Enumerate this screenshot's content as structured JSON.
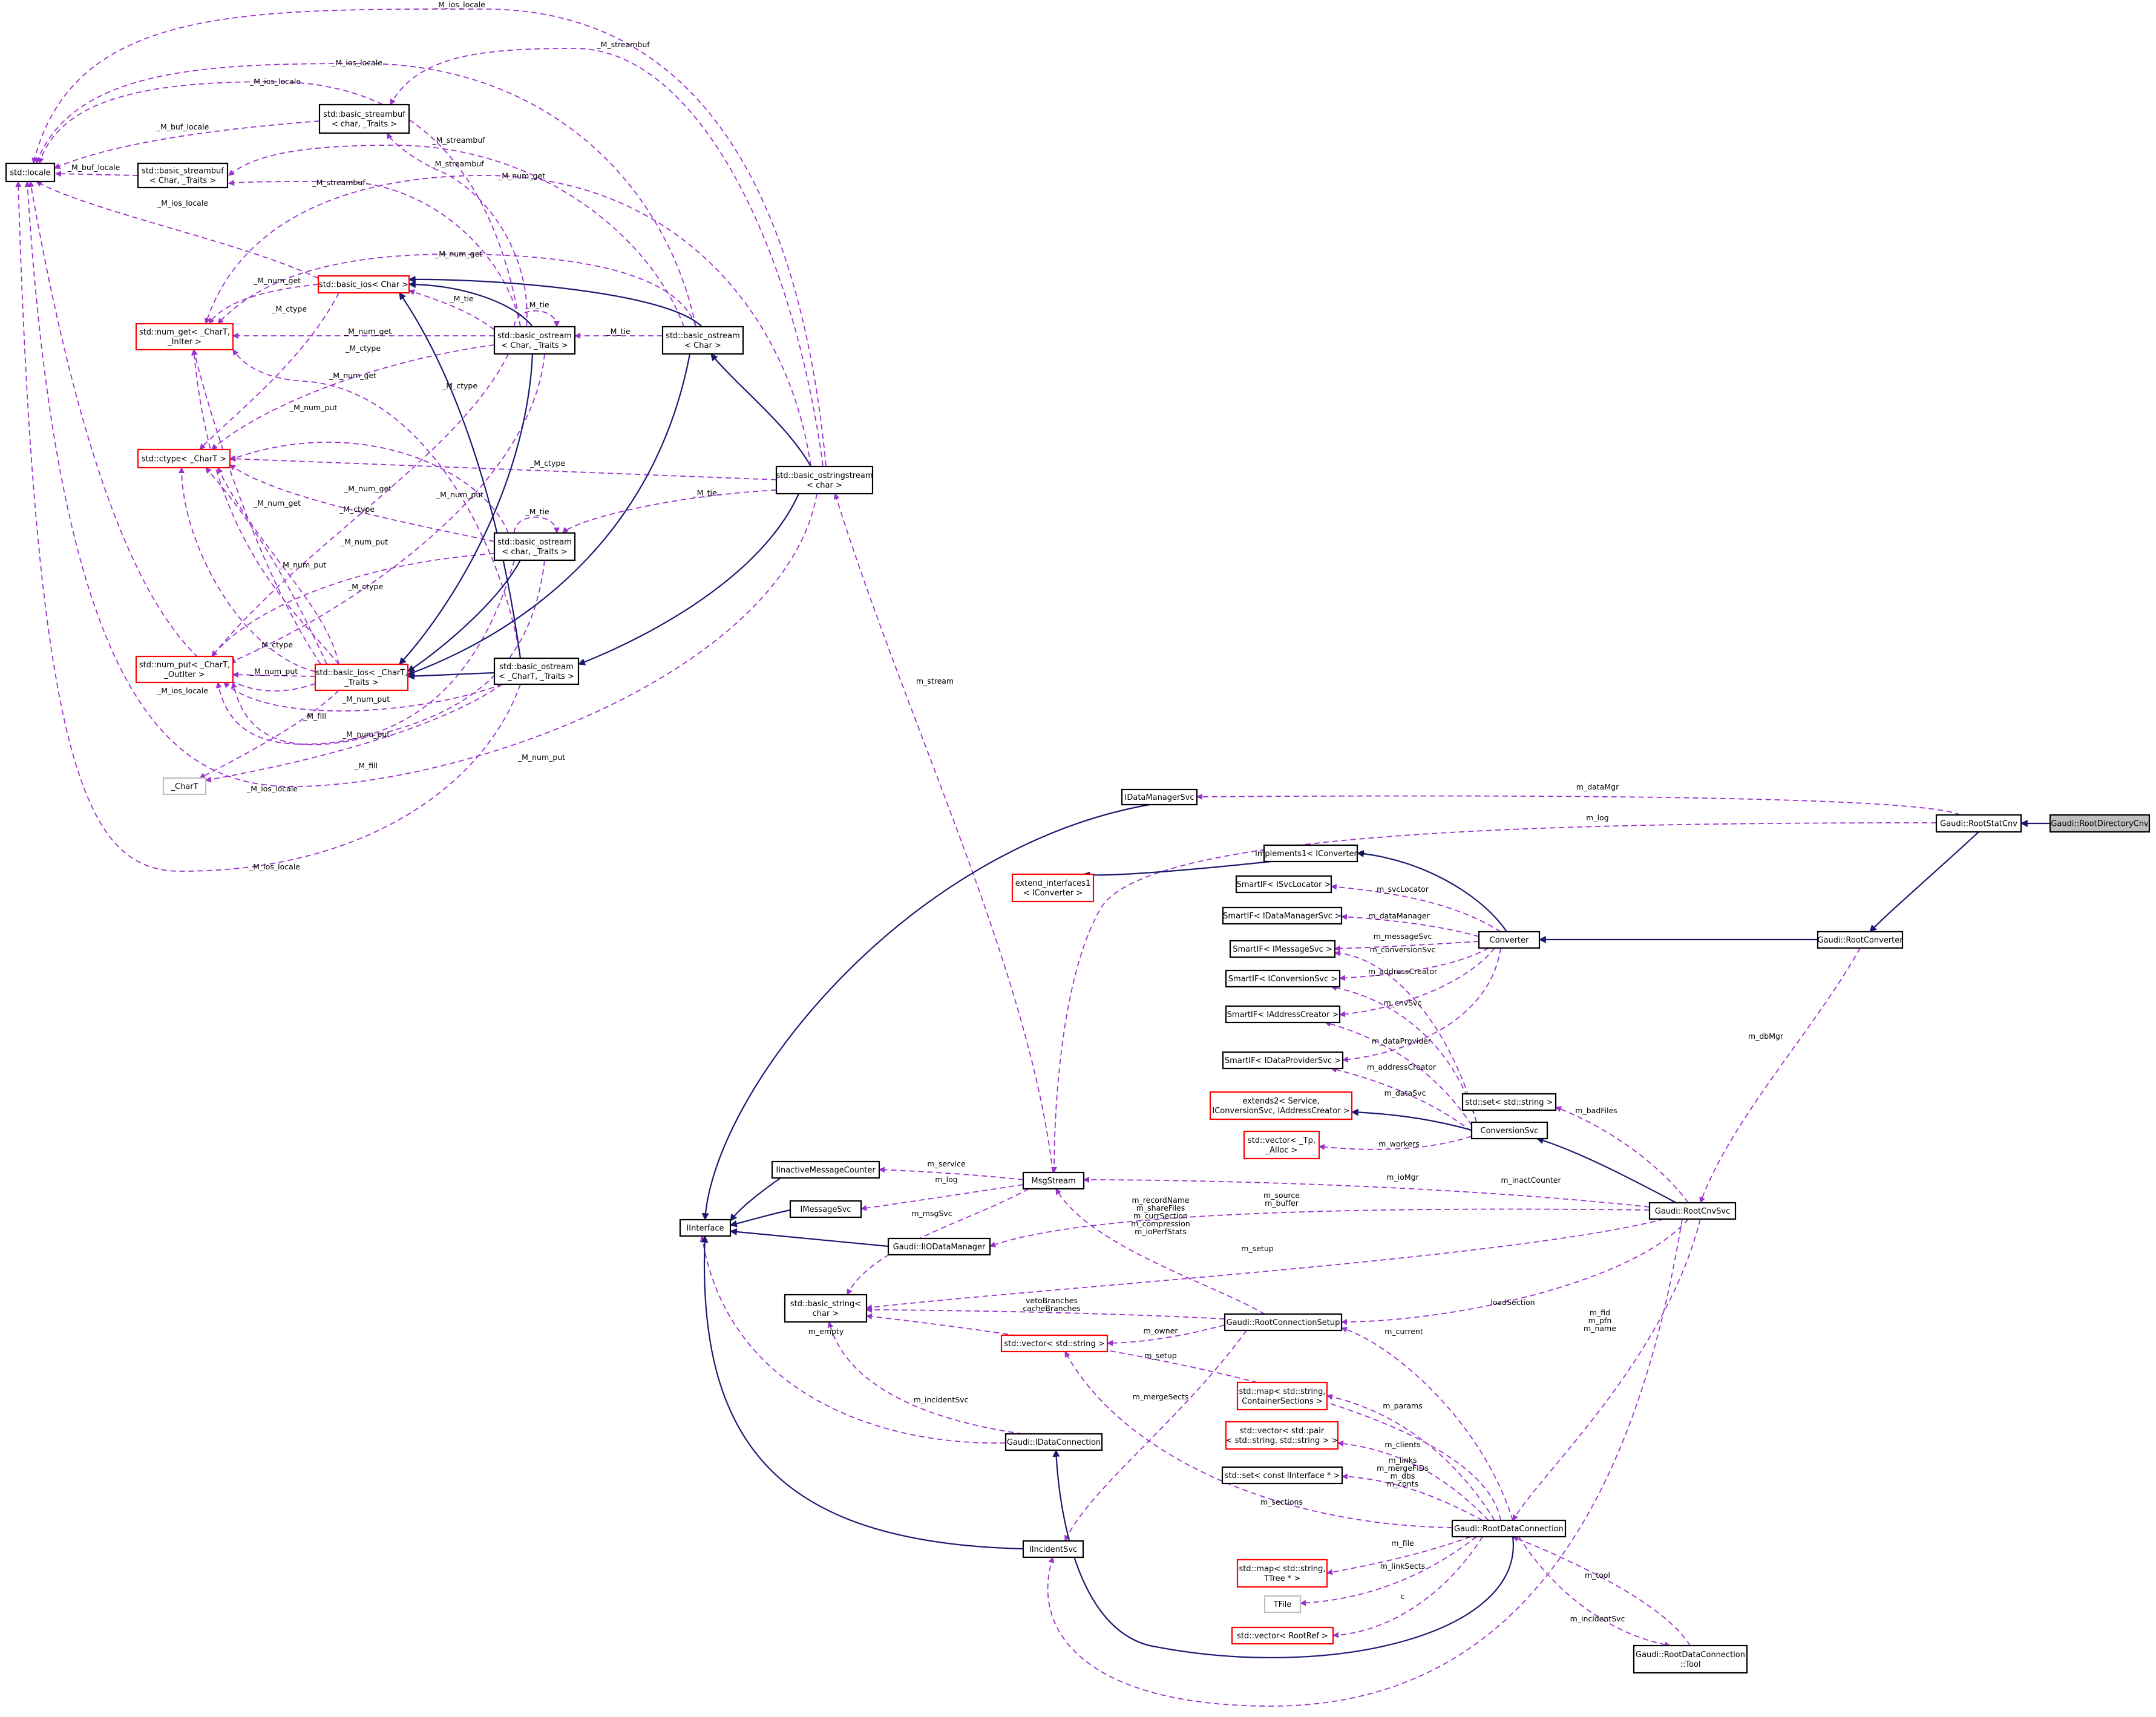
{
  "nodes": [
    {
      "id": "locale",
      "lines": [
        "std::locale"
      ],
      "style": "black"
    },
    {
      "id": "bsbuf_char",
      "lines": [
        "std::basic_streambuf",
        "< char, _Traits >"
      ],
      "style": "black"
    },
    {
      "id": "bsbuf_Char",
      "lines": [
        "std::basic_streambuf",
        "< Char, _Traits >"
      ],
      "style": "black"
    },
    {
      "id": "bios_Char",
      "lines": [
        "std::basic_ios< Char >"
      ],
      "style": "red"
    },
    {
      "id": "numget",
      "lines": [
        "std::num_get< _CharT,",
        "_InIter >"
      ],
      "style": "red"
    },
    {
      "id": "bost_Char_T",
      "lines": [
        "std::basic_ostream",
        "< Char, _Traits >"
      ],
      "style": "black"
    },
    {
      "id": "bost_Char",
      "lines": [
        "std::basic_ostream",
        "< Char >"
      ],
      "style": "black"
    },
    {
      "id": "ctype",
      "lines": [
        "std::ctype< _CharT >"
      ],
      "style": "red"
    },
    {
      "id": "bostringstream",
      "lines": [
        "std::basic_ostringstream",
        "< char >"
      ],
      "style": "black"
    },
    {
      "id": "bost_char_T",
      "lines": [
        "std::basic_ostream",
        "< char, _Traits >"
      ],
      "style": "black"
    },
    {
      "id": "numput",
      "lines": [
        "std::num_put< _CharT,",
        "_OutIter >"
      ],
      "style": "red"
    },
    {
      "id": "bios_CharT",
      "lines": [
        "std::basic_ios< _CharT,",
        "_Traits >"
      ],
      "style": "red"
    },
    {
      "id": "bost_CharT",
      "lines": [
        "std::basic_ostream",
        "< _CharT, _Traits >"
      ],
      "style": "black"
    },
    {
      "id": "charT",
      "lines": [
        "_CharT"
      ],
      "style": "grey"
    },
    {
      "id": "IDataManagerSvc",
      "lines": [
        "IDataManagerSvc"
      ],
      "style": "black"
    },
    {
      "id": "RootStatCnv",
      "lines": [
        "Gaudi::RootStatCnv"
      ],
      "style": "black"
    },
    {
      "id": "RootDirectoryCnv",
      "lines": [
        "Gaudi::RootDirectoryCnv"
      ],
      "style": "focus"
    },
    {
      "id": "implements1",
      "lines": [
        "implements1< IConverter >"
      ],
      "style": "black"
    },
    {
      "id": "extend_interfaces1",
      "lines": [
        "extend_interfaces1",
        "< IConverter >"
      ],
      "style": "red"
    },
    {
      "id": "SmartIF_ISvcLocator",
      "lines": [
        "SmartIF< ISvcLocator >"
      ],
      "style": "black"
    },
    {
      "id": "SmartIF_IDataManagerSvc",
      "lines": [
        "SmartIF< IDataManagerSvc >"
      ],
      "style": "black"
    },
    {
      "id": "Converter",
      "lines": [
        "Converter"
      ],
      "style": "black"
    },
    {
      "id": "RootConverter",
      "lines": [
        "Gaudi::RootConverter"
      ],
      "style": "black"
    },
    {
      "id": "SmartIF_IMessageSvc",
      "lines": [
        "SmartIF< IMessageSvc >"
      ],
      "style": "black"
    },
    {
      "id": "SmartIF_IConversionSvc",
      "lines": [
        "SmartIF< IConversionSvc >"
      ],
      "style": "black"
    },
    {
      "id": "SmartIF_IAddressCreator",
      "lines": [
        "SmartIF< IAddressCreator >"
      ],
      "style": "black"
    },
    {
      "id": "SmartIF_IDataProviderSvc",
      "lines": [
        "SmartIF< IDataProviderSvc >"
      ],
      "style": "black"
    },
    {
      "id": "set_string",
      "lines": [
        "std::set< std::string >"
      ],
      "style": "black"
    },
    {
      "id": "extends2",
      "lines": [
        "extends2< Service,",
        "IConversionSvc, IAddressCreator >"
      ],
      "style": "red"
    },
    {
      "id": "ConversionSvc",
      "lines": [
        "ConversionSvc"
      ],
      "style": "black"
    },
    {
      "id": "vector_Tp",
      "lines": [
        "std::vector< _Tp,",
        "_Alloc >"
      ],
      "style": "red"
    },
    {
      "id": "IInactiveMessageCounter",
      "lines": [
        "IInactiveMessageCounter"
      ],
      "style": "black"
    },
    {
      "id": "MsgStream",
      "lines": [
        "MsgStream"
      ],
      "style": "black"
    },
    {
      "id": "IMessageSvc",
      "lines": [
        "IMessageSvc"
      ],
      "style": "black"
    },
    {
      "id": "RootCnvSvc",
      "lines": [
        "Gaudi::RootCnvSvc"
      ],
      "style": "black"
    },
    {
      "id": "IInterface",
      "lines": [
        "IInterface"
      ],
      "style": "black"
    },
    {
      "id": "IIODataManager",
      "lines": [
        "Gaudi::IIODataManager"
      ],
      "style": "black"
    },
    {
      "id": "basic_string",
      "lines": [
        "std::basic_string<",
        "char >"
      ],
      "style": "black"
    },
    {
      "id": "RootConnectionSetup",
      "lines": [
        "Gaudi::RootConnectionSetup"
      ],
      "style": "black"
    },
    {
      "id": "vector_string",
      "lines": [
        "std::vector< std::string >"
      ],
      "style": "red"
    },
    {
      "id": "map_ContainerSections",
      "lines": [
        "std::map< std::string,",
        "ContainerSections >"
      ],
      "style": "red"
    },
    {
      "id": "vector_pair",
      "lines": [
        "std::vector< std::pair",
        "< std::string, std::string > >"
      ],
      "style": "red"
    },
    {
      "id": "IDataConnection",
      "lines": [
        "Gaudi::IDataConnection"
      ],
      "style": "black"
    },
    {
      "id": "set_IInterface",
      "lines": [
        "std::set< const IInterface * >"
      ],
      "style": "black"
    },
    {
      "id": "RootDataConnection",
      "lines": [
        "Gaudi::RootDataConnection"
      ],
      "style": "black"
    },
    {
      "id": "IIncidentSvc",
      "lines": [
        "IIncidentSvc"
      ],
      "style": "black"
    },
    {
      "id": "map_TTree",
      "lines": [
        "std::map< std::string,",
        "TTree * >"
      ],
      "style": "red"
    },
    {
      "id": "TFile",
      "lines": [
        "TFile"
      ],
      "style": "grey"
    },
    {
      "id": "vector_RootRef",
      "lines": [
        "std::vector< RootRef >"
      ],
      "style": "red"
    },
    {
      "id": "RootDataConnection_Tool",
      "lines": [
        "Gaudi::RootDataConnection",
        "::Tool"
      ],
      "style": "black"
    }
  ],
  "edges": [
    {
      "id": "e1",
      "kind": "usage",
      "label": [
        "_M_ios_locale"
      ]
    },
    {
      "id": "e2",
      "kind": "usage",
      "label": [
        "_M_streambuf"
      ]
    },
    {
      "id": "e3",
      "kind": "usage",
      "label": [
        "_M_ios_locale"
      ]
    },
    {
      "id": "e4",
      "kind": "usage",
      "label": [
        "_M_ios_locale"
      ]
    },
    {
      "id": "e5",
      "kind": "usage",
      "label": [
        "_M_buf_locale"
      ]
    },
    {
      "id": "e6",
      "kind": "usage",
      "label": [
        "_M_buf_locale"
      ]
    },
    {
      "id": "e7",
      "kind": "usage",
      "label": [
        "_M_streambuf"
      ]
    },
    {
      "id": "e8",
      "kind": "usage",
      "label": [
        "_M_num_get"
      ]
    },
    {
      "id": "e9",
      "kind": "usage",
      "label": [
        "_M_streambuf"
      ]
    },
    {
      "id": "e10",
      "kind": "usage",
      "label": [
        "_M_streambuf"
      ]
    },
    {
      "id": "e11",
      "kind": "usage",
      "label": [
        "_M_ios_locale"
      ]
    },
    {
      "id": "e12",
      "kind": "usage",
      "label": [
        "_M_num_get"
      ]
    },
    {
      "id": "e13",
      "kind": "usage",
      "label": [
        "_M_num_get"
      ]
    },
    {
      "id": "e14",
      "kind": "usage",
      "label": [
        "_M_tie"
      ]
    },
    {
      "id": "e15",
      "kind": "usage",
      "label": [
        "_M_tie"
      ]
    },
    {
      "id": "e16",
      "kind": "usage",
      "label": [
        "_M_ctype"
      ]
    },
    {
      "id": "e17",
      "kind": "usage",
      "label": [
        "_M_num_get"
      ]
    },
    {
      "id": "e18",
      "kind": "usage",
      "label": [
        "_M_tie"
      ]
    },
    {
      "id": "e19",
      "kind": "usage",
      "label": [
        "_M_ctype"
      ]
    },
    {
      "id": "e20",
      "kind": "usage",
      "label": [
        "_M_num_get"
      ]
    },
    {
      "id": "e21",
      "kind": "usage",
      "label": [
        "_M_num_put"
      ]
    },
    {
      "id": "e22",
      "kind": "usage",
      "label": [
        "_M_ctype"
      ]
    },
    {
      "id": "e23",
      "kind": "usage",
      "label": [
        "_M_ctype"
      ]
    },
    {
      "id": "e24",
      "kind": "usage",
      "label": [
        "_M_tie"
      ]
    },
    {
      "id": "e25",
      "kind": "usage",
      "label": [
        "_M_num_get"
      ]
    },
    {
      "id": "e26",
      "kind": "usage",
      "label": [
        "_M_num_put"
      ]
    },
    {
      "id": "e27",
      "kind": "usage",
      "label": [
        "_M_ctype"
      ]
    },
    {
      "id": "e28",
      "kind": "usage",
      "label": [
        "_M_tie"
      ]
    },
    {
      "id": "e29",
      "kind": "usage",
      "label": [
        "_M_num_get"
      ]
    },
    {
      "id": "e30",
      "kind": "usage",
      "label": [
        "_M_num_put"
      ]
    },
    {
      "id": "e31",
      "kind": "usage",
      "label": [
        "_M_ctype"
      ]
    },
    {
      "id": "e32",
      "kind": "usage",
      "label": [
        "_M_ctype"
      ]
    },
    {
      "id": "e33",
      "kind": "usage",
      "label": [
        "_M_num_put"
      ]
    },
    {
      "id": "e34",
      "kind": "usage",
      "label": [
        "_M_num_put"
      ]
    },
    {
      "id": "e35",
      "kind": "usage",
      "label": [
        "_M_ios_locale"
      ]
    },
    {
      "id": "e36",
      "kind": "usage",
      "label": [
        "_M_fill"
      ]
    },
    {
      "id": "e37",
      "kind": "usage",
      "label": [
        "_M_num_put"
      ]
    },
    {
      "id": "e38",
      "kind": "usage",
      "label": [
        "_M_num_put"
      ]
    },
    {
      "id": "e39",
      "kind": "usage",
      "label": [
        "_M_fill"
      ]
    },
    {
      "id": "e40",
      "kind": "usage",
      "label": [
        "_M_ios_locale"
      ]
    },
    {
      "id": "e41",
      "kind": "usage",
      "label": [
        "_M_num_put"
      ]
    },
    {
      "id": "e42",
      "kind": "usage",
      "label": [
        "_M_ios_locale"
      ]
    },
    {
      "id": "e43",
      "kind": "usage",
      "label": [
        "m_stream"
      ]
    },
    {
      "id": "e44",
      "kind": "usage",
      "label": [
        "m_dataMgr"
      ]
    },
    {
      "id": "e45",
      "kind": "usage",
      "label": [
        "m_log"
      ]
    },
    {
      "id": "e46",
      "kind": "usage",
      "label": [
        "m_svcLocator"
      ]
    },
    {
      "id": "e47",
      "kind": "usage",
      "label": [
        "m_dataManager"
      ]
    },
    {
      "id": "e48",
      "kind": "usage",
      "label": [
        "m_messageSvc"
      ]
    },
    {
      "id": "e49",
      "kind": "usage",
      "label": [
        "m_conversionSvc"
      ]
    },
    {
      "id": "e50",
      "kind": "usage",
      "label": [
        "m_addressCreator"
      ]
    },
    {
      "id": "e51",
      "kind": "usage",
      "label": [
        "m_cnvSvc"
      ]
    },
    {
      "id": "e52",
      "kind": "usage",
      "label": [
        "m_dataProvider"
      ]
    },
    {
      "id": "e53",
      "kind": "usage",
      "label": [
        "m_addressCreator"
      ]
    },
    {
      "id": "e54",
      "kind": "usage",
      "label": [
        "m_dataSvc"
      ]
    },
    {
      "id": "e55",
      "kind": "usage",
      "label": [
        "m_workers"
      ]
    },
    {
      "id": "e56",
      "kind": "usage",
      "label": [
        "m_dbMgr"
      ]
    },
    {
      "id": "e57",
      "kind": "usage",
      "label": [
        "m_badFiles"
      ]
    },
    {
      "id": "e58",
      "kind": "usage",
      "label": [
        "m_inactCounter"
      ]
    },
    {
      "id": "e59",
      "kind": "usage",
      "label": [
        "m_service"
      ]
    },
    {
      "id": "e60",
      "kind": "usage",
      "label": [
        "m_log"
      ]
    },
    {
      "id": "e61",
      "kind": "usage",
      "label": [
        "m_ioMgr"
      ]
    },
    {
      "id": "e62",
      "kind": "usage",
      "label": [
        "m_source",
        "m_buffer"
      ]
    },
    {
      "id": "e63",
      "kind": "usage",
      "label": [
        "m_msgSvc"
      ]
    },
    {
      "id": "e64",
      "kind": "usage",
      "label": [
        "m_recordName",
        "m_shareFiles",
        "m_currSection",
        "m_compression",
        "m_ioPerfStats"
      ]
    },
    {
      "id": "e65",
      "kind": "usage",
      "label": [
        "m_setup"
      ]
    },
    {
      "id": "e66",
      "kind": "usage",
      "label": [
        "loadSection"
      ]
    },
    {
      "id": "e67",
      "kind": "usage",
      "label": [
        "vetoBranches",
        "cacheBranches"
      ]
    },
    {
      "id": "e68",
      "kind": "usage",
      "label": [
        "m_owner"
      ]
    },
    {
      "id": "e69",
      "kind": "usage",
      "label": [
        "m_empty"
      ]
    },
    {
      "id": "e70",
      "kind": "usage",
      "label": [
        "m_setup"
      ]
    },
    {
      "id": "e71",
      "kind": "usage",
      "label": [
        "m_current"
      ]
    },
    {
      "id": "e72",
      "kind": "usage",
      "label": [
        "m_fid",
        "m_pfn",
        "m_name"
      ]
    },
    {
      "id": "e73",
      "kind": "usage",
      "label": [
        "m_incidentSvc"
      ]
    },
    {
      "id": "e74",
      "kind": "usage",
      "label": [
        "m_mergeSects"
      ]
    },
    {
      "id": "e75",
      "kind": "usage",
      "label": [
        "m_params"
      ]
    },
    {
      "id": "e76",
      "kind": "usage",
      "label": [
        "m_clients"
      ]
    },
    {
      "id": "e77",
      "kind": "usage",
      "label": [
        "m_links",
        "m_mergeFIDs",
        "m_dbs",
        "m_conts"
      ]
    },
    {
      "id": "e78",
      "kind": "usage",
      "label": [
        "m_sections"
      ]
    },
    {
      "id": "e79",
      "kind": "usage",
      "label": [
        "m_file"
      ]
    },
    {
      "id": "e80",
      "kind": "usage",
      "label": [
        "m_linkSects"
      ]
    },
    {
      "id": "e81",
      "kind": "usage",
      "label": [
        "c"
      ]
    },
    {
      "id": "e82",
      "kind": "usage",
      "label": [
        "m_tool"
      ]
    },
    {
      "id": "e83",
      "kind": "usage",
      "label": [
        "m_incidentSvc"
      ]
    },
    {
      "id": "i1",
      "kind": "inherit",
      "label": []
    },
    {
      "id": "i2",
      "kind": "inherit",
      "label": []
    },
    {
      "id": "i3",
      "kind": "inherit",
      "label": []
    },
    {
      "id": "i4",
      "kind": "inherit",
      "label": []
    },
    {
      "id": "i5",
      "kind": "inherit",
      "label": []
    },
    {
      "id": "i6",
      "kind": "inherit",
      "label": []
    },
    {
      "id": "i7",
      "kind": "inherit",
      "label": []
    },
    {
      "id": "i8",
      "kind": "inherit",
      "label": []
    },
    {
      "id": "i9",
      "kind": "inherit",
      "label": []
    },
    {
      "id": "i10",
      "kind": "inherit",
      "label": []
    },
    {
      "id": "i11",
      "kind": "inherit",
      "label": []
    },
    {
      "id": "i12",
      "kind": "inherit",
      "label": []
    },
    {
      "id": "i13",
      "kind": "inherit",
      "label": []
    },
    {
      "id": "i14",
      "kind": "inherit",
      "label": []
    },
    {
      "id": "i15",
      "kind": "inherit",
      "label": []
    },
    {
      "id": "i16",
      "kind": "inherit",
      "label": []
    },
    {
      "id": "i17",
      "kind": "inherit",
      "label": []
    },
    {
      "id": "i18",
      "kind": "inherit",
      "label": []
    },
    {
      "id": "i19",
      "kind": "inherit",
      "label": []
    },
    {
      "id": "i20",
      "kind": "inherit",
      "label": []
    }
  ],
  "colors": {
    "usage_edge": "#9a32cd",
    "inherit_edge": "#191970",
    "template_border": "#ff0000",
    "class_border": "#000000",
    "undocumented_border": "#bfbfbf",
    "focus_fill": "#bfbfbf"
  }
}
